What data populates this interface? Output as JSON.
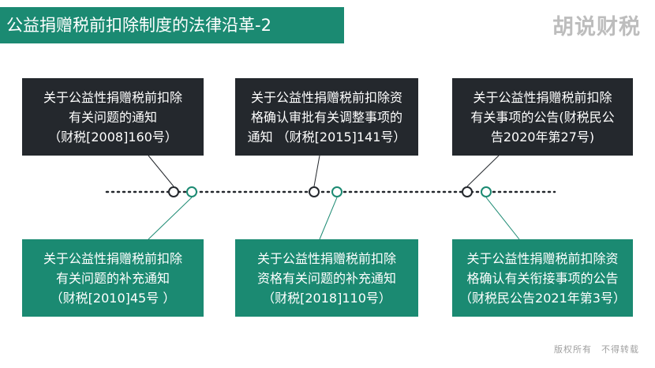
{
  "title": "公益捐赠税前扣除制度的法律沿革-2",
  "logo_text": "胡说财税",
  "footer": "版权所有　不得转载",
  "colors": {
    "dark": "#24282d",
    "green": "#1b8a72"
  },
  "top_items": [
    {
      "lines": [
        "关于公益性捐赠税前扣除",
        "有关问题的通知",
        "（财税[2008]160号）"
      ]
    },
    {
      "lines": [
        "关于公益性捐赠税前扣除资",
        "格确认审批有关调整事项的",
        "通知 （财税[2015]141号）"
      ]
    },
    {
      "lines": [
        "关于公益性捐赠税前扣除",
        "有关事项的公告(财税民公",
        "告2020年第27号)"
      ]
    }
  ],
  "bottom_items": [
    {
      "lines": [
        "关于公益性捐赠税前扣除",
        "有关问题的补充通知",
        "（财税[2010]45号 ）"
      ]
    },
    {
      "lines": [
        "关于公益性捐赠税前扣除",
        "资格有关问题的补充通知",
        "（财税[2018]110号）"
      ]
    },
    {
      "lines": [
        "关于公益性捐赠税前扣除资",
        "格确认有关衔接事项的公告",
        "（财税民公告2021年第3号）"
      ]
    }
  ]
}
